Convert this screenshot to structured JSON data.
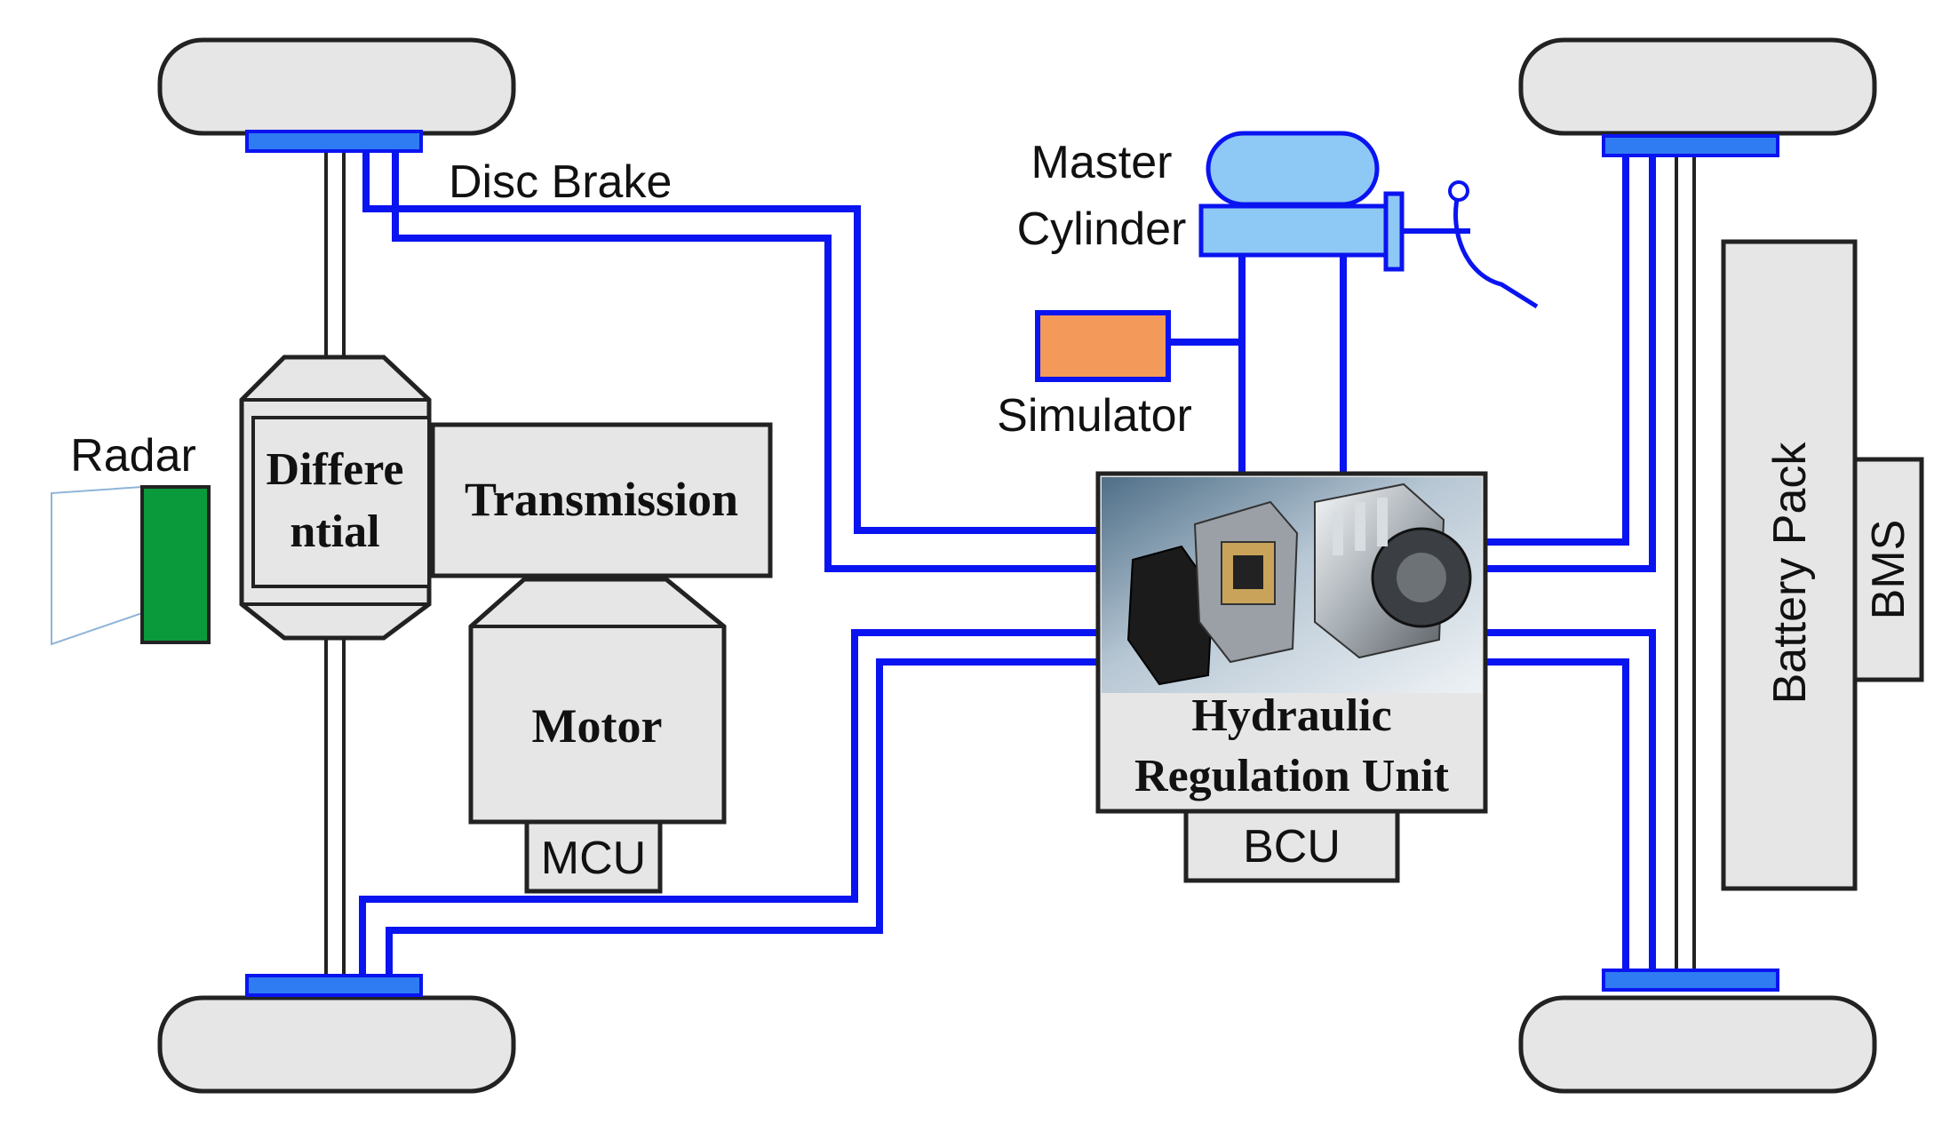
{
  "labels": {
    "disc_brake": "Disc Brake",
    "master_cylinder_line1": "Master",
    "master_cylinder_line2": "Cylinder",
    "simulator": "Simulator",
    "radar": "Radar",
    "differential_line1": "Differe",
    "differential_line2": "ntial",
    "transmission": "Transmission",
    "motor": "Motor",
    "mcu": "MCU",
    "hru_line1": "Hydraulic",
    "hru_line2": "Regulation Unit",
    "bcu": "BCU",
    "battery_pack": "Battery Pack",
    "bms": "BMS"
  },
  "colors": {
    "brake_line": "#0a14f0",
    "component_fill": "#e6e6e6",
    "outline": "#222222",
    "radar": "#0a9a3c",
    "simulator": "#f39a5a",
    "master_cylinder": "#8ec8f5",
    "caliper": "#2f7cf2"
  }
}
